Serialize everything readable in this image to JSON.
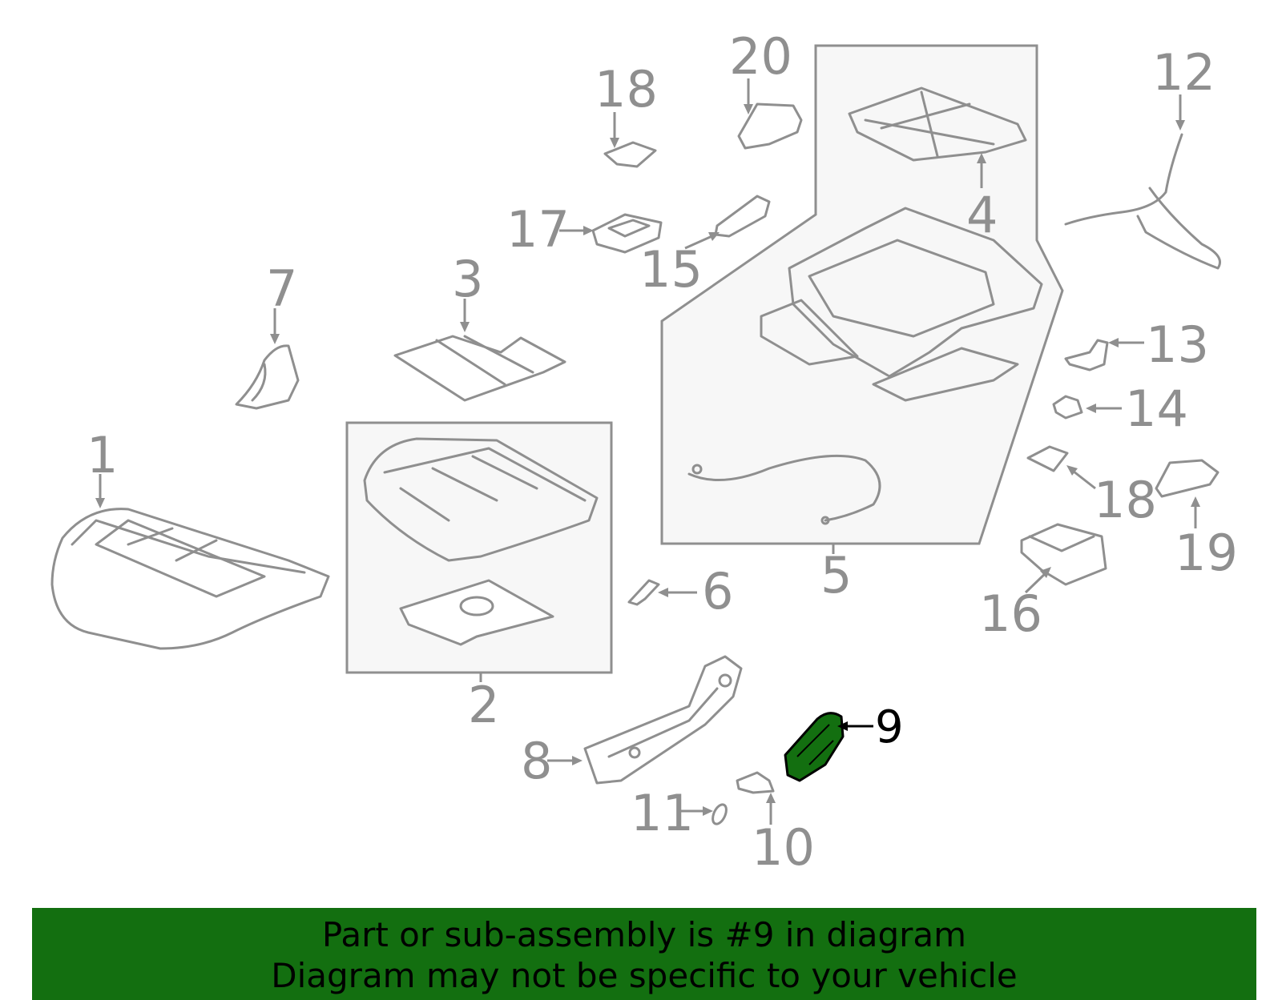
{
  "callouts": [
    {
      "id": "1",
      "label": "1"
    },
    {
      "id": "2",
      "label": "2"
    },
    {
      "id": "3",
      "label": "3"
    },
    {
      "id": "4",
      "label": "4"
    },
    {
      "id": "5",
      "label": "5"
    },
    {
      "id": "6",
      "label": "6"
    },
    {
      "id": "7",
      "label": "7"
    },
    {
      "id": "8",
      "label": "8"
    },
    {
      "id": "9",
      "label": "9"
    },
    {
      "id": "10",
      "label": "10"
    },
    {
      "id": "11",
      "label": "11"
    },
    {
      "id": "12",
      "label": "12"
    },
    {
      "id": "13",
      "label": "13"
    },
    {
      "id": "14",
      "label": "14"
    },
    {
      "id": "15",
      "label": "15"
    },
    {
      "id": "16",
      "label": "16"
    },
    {
      "id": "17",
      "label": "17"
    },
    {
      "id": "18a",
      "label": "18"
    },
    {
      "id": "18b",
      "label": "18"
    },
    {
      "id": "19",
      "label": "19"
    },
    {
      "id": "20",
      "label": "20"
    }
  ],
  "highlighted_part": "9",
  "colors": {
    "line": "#8f8f8f",
    "highlight": "#136f10",
    "banner": "#136f10",
    "box_fill": "#f7f7f7"
  },
  "banner": {
    "line1": "Part or sub-assembly is #9 in diagram",
    "line2": "Diagram may not be specific to your vehicle"
  }
}
